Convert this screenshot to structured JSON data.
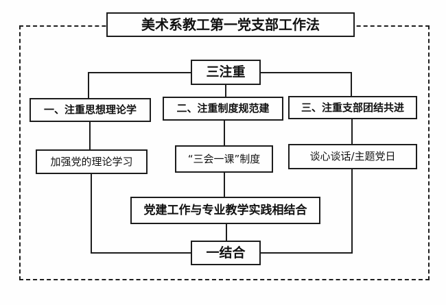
{
  "diagram": {
    "title": "美术系教工第一党支部工作法",
    "top_node": "三注重",
    "columns": [
      {
        "heading": "一、注重思想理论学",
        "detail": "加强党的理论学习"
      },
      {
        "heading": "二、注重制度规范建",
        "detail": "“三会一课”制度"
      },
      {
        "heading": "三、注重支部团结共进",
        "detail": "谈心谈话/主题党日"
      }
    ],
    "integration_node": "党建工作与专业教学实践相结合",
    "bottom_node": "一结合",
    "colors": {
      "line": "#1c1c1c",
      "background": "#fefefe",
      "box_background": "#fefefe",
      "text": "#111111"
    }
  }
}
